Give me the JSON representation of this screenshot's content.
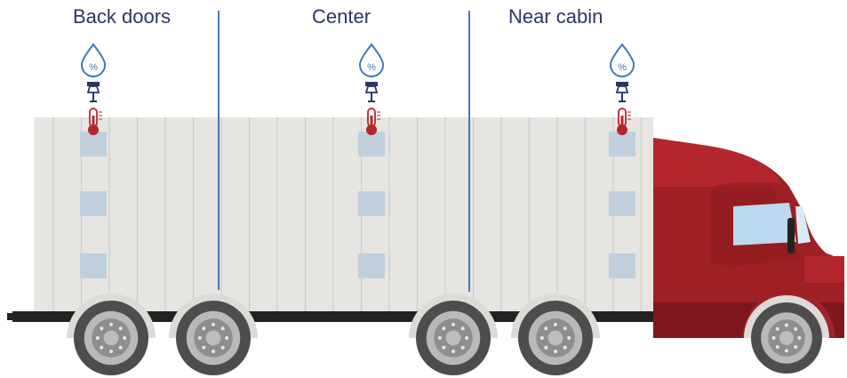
{
  "zones": [
    {
      "label": "Back doors",
      "sensors": [
        "humidity-icon",
        "probe-icon",
        "thermometer-icon"
      ]
    },
    {
      "label": "Center",
      "sensors": [
        "humidity-icon",
        "probe-icon",
        "thermometer-icon"
      ]
    },
    {
      "label": "Near cabin",
      "sensors": [
        "humidity-icon",
        "probe-icon",
        "thermometer-icon"
      ]
    }
  ],
  "humidity_symbol": "%",
  "colors": {
    "trailer": "#e6e5e2",
    "trailer_rib": "#cfcdc9",
    "sensor_strip": "#bfd0dc",
    "divider": "#4a74b8",
    "cab": "#9e1f24",
    "cab_dark": "#7e161b",
    "window": "#bcd9ef",
    "label": "#2c3566",
    "humidity_icon": "#3e78bf",
    "thermometer": "#b3262b",
    "tire": "#4d4d4d",
    "chassis": "#222222"
  }
}
